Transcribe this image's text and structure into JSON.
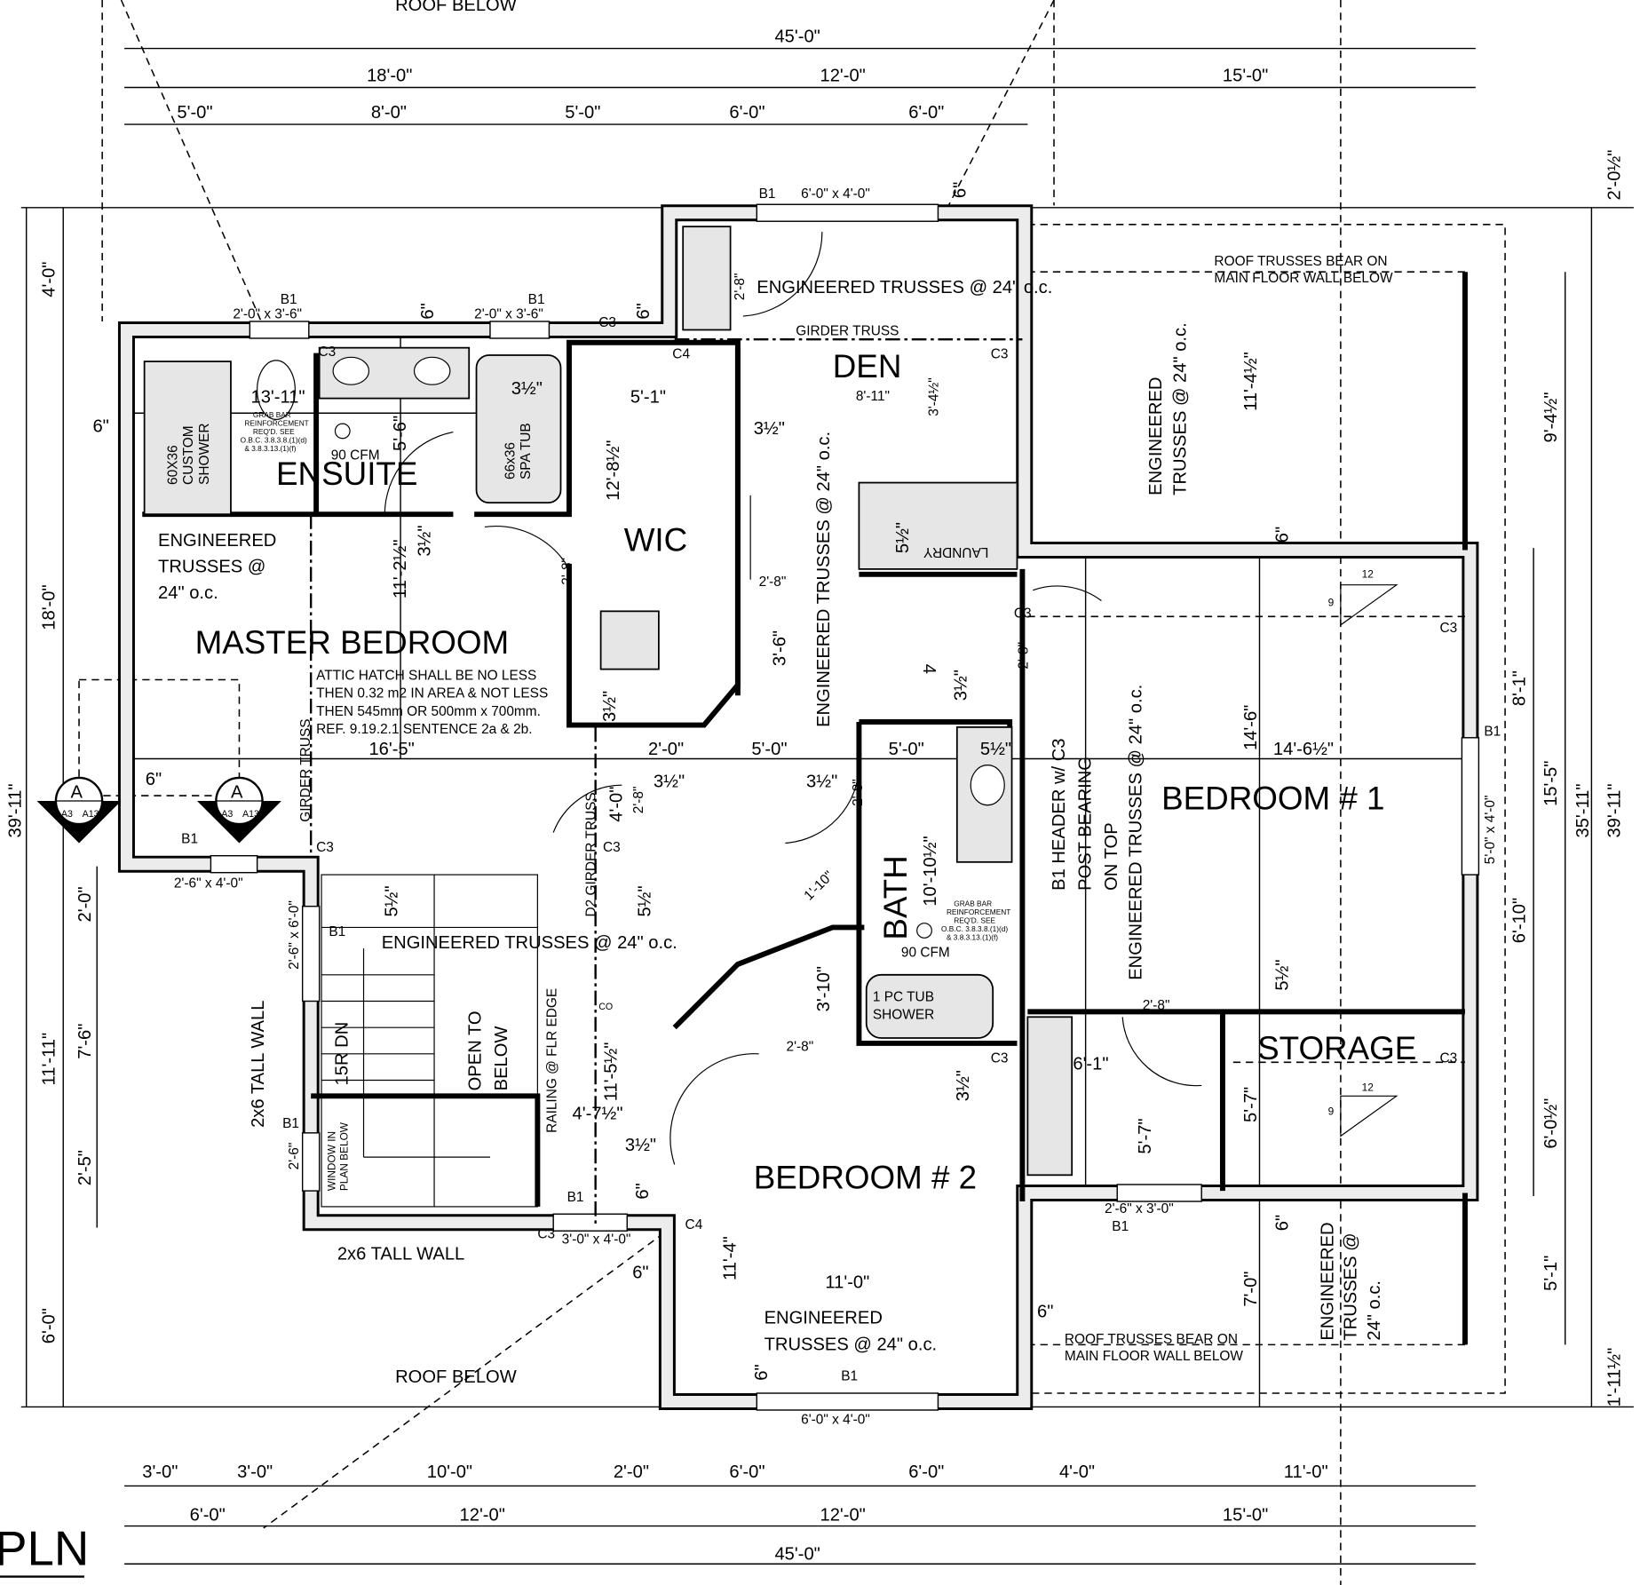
{
  "title": "PLN",
  "rooms": {
    "ensuite": "ENSUITE",
    "master": "MASTER BEDROOM",
    "wic": "WIC",
    "den": "DEN",
    "bath": "BATH",
    "bed1": "BEDROOM # 1",
    "storage": "STORAGE",
    "bed2": "BEDROOM # 2"
  },
  "dims": {
    "top": [
      "45'-0\"",
      "18'-0\"",
      "12'-0\"",
      "15'-0\"",
      "5'-0\"",
      "8'-0\"",
      "5'-0\"",
      "6'-0\"",
      "6'-0\""
    ],
    "bottom": [
      "3'-0\"",
      "3'-0\"",
      "10'-0\"",
      "2'-0\"",
      "6'-0\"",
      "6'-0\"",
      "4'-0\"",
      "11'-0\"",
      "6'-0\"",
      "12'-0\"",
      "12'-0\"",
      "15'-0\"",
      "45'-0\""
    ],
    "left": [
      "4'-0\"",
      "18'-0\"",
      "39'-11\"",
      "2'-0\"",
      "7'-6\"",
      "11'-11\"",
      "2'-5\"",
      "6'-0\"",
      "6\"",
      "6\""
    ],
    "right": [
      "2'-0½\"",
      "9'-4½\"",
      "8'-1\"",
      "15'-5\"",
      "35'-11\"",
      "39'-11\"",
      "6'-10\"",
      "6'-0½\"",
      "5'-1\"",
      "1'-11½\""
    ],
    "interior": [
      "13'-11\"",
      "5'-6\"",
      "3½\"",
      "12'-8½\"",
      "5'-1\"",
      "3½\"",
      "8'-11\"",
      "3'-4½\"",
      "11'-2½\"",
      "3½\"",
      "2'-8\"",
      "16'-5\"",
      "2'-0\"",
      "5'-0\"",
      "3½\"",
      "3½\"",
      "5'-0\"",
      "5½\"",
      "4'-0\"",
      "3'-6\"",
      "3½\"",
      "4",
      "3½\"",
      "2'-8\"",
      "11'-4½\"",
      "14'-6\"",
      "14'-6½\"",
      "10'-10½\"",
      "5½\"",
      "5½\"",
      "3'-10\"",
      "1'-10\"",
      "11'-5½\"",
      "4'-7½\"",
      "3½\"",
      "6\"",
      "3½\"",
      "6'-1\"",
      "5'-7\"",
      "5'-7\"",
      "5½\"",
      "11'-4\"",
      "11'-0\"",
      "7'-0\"",
      "6\"",
      "6\"",
      "6\"",
      "6\"",
      "6\"",
      "6\"",
      "6\"",
      "6\"",
      "2'-8\"",
      "2'-8\"",
      "2'-8\"",
      "2'-8\"",
      "2'-8\"",
      "2'-8\"",
      "5½\""
    ]
  },
  "windows": [
    {
      "tag": "B1",
      "size": "6'-0\" x 4'-0\""
    },
    {
      "tag": "B1",
      "size": "2'-0\" x 3'-6\""
    },
    {
      "tag": "B1",
      "size": "2'-0\" x 3'-6\""
    },
    {
      "tag": "B1",
      "size": "2'-6\" x 4'-0\""
    },
    {
      "tag": "B1",
      "size": "2'-6\" x 6'-0\""
    },
    {
      "tag": "B1",
      "size": "2'-6\""
    },
    {
      "tag": "B1",
      "size": "3'-0\" x 4'-0\""
    },
    {
      "tag": "B1",
      "size": "6'-0\" x 4'-0\""
    },
    {
      "tag": "B1",
      "size": "2'-6\" x 3'-0\""
    },
    {
      "tag": "B1",
      "size": "5'-0\" x 4'-0\""
    }
  ],
  "columns": [
    "C3",
    "C3",
    "C4",
    "C3",
    "C3",
    "C3",
    "C3",
    "C3",
    "C3",
    "C3",
    "C3",
    "C4"
  ],
  "notes": {
    "roof_below": "ROOF BELOW",
    "trusses_den": "ENGINEERED TRUSSES @ 24\" o.c.",
    "girder_truss": "GIRDER TRUSS",
    "roof_bear_1": "ROOF TRUSSES BEAR ON",
    "roof_bear_2": "MAIN FLOOR WALL BELOW",
    "trusses_right_1": "ENGINEERED",
    "trusses_right_2": "TRUSSES @ 24\" o.c.",
    "trusses_master": [
      "ENGINEERED",
      "TRUSSES @",
      "24\" o.c."
    ],
    "trusses_center": "ENGINEERED TRUSSES @ 24\" o.c.",
    "trusses_bed1": "ENGINEERED TRUSSES @ 24\" o.c.",
    "trusses_stair": "ENGINEERED TRUSSES @ 24\" o.c.",
    "trusses_bed2": [
      "ENGINEERED",
      "TRUSSES @ 24\" o.c."
    ],
    "trusses_lower_right": [
      "ENGINEERED",
      "TRUSSES @",
      "24\" o.c."
    ],
    "attic_hatch": [
      "ATTIC HATCH SHALL BE NO LESS",
      "THEN 0.32 m2 IN AREA & NOT LESS",
      "THEN 545mm OR 500mm x 700mm.",
      "REF. 9.19.2.1 SENTENCE 2a & 2b."
    ],
    "grab_bar": [
      "GRAB BAR",
      "REINFORCEMENT",
      "REQ'D. SEE",
      "O.B.C. 3.8.3.8.(1)(d)",
      "& 3.8.3.13.(1)(f)"
    ],
    "fan_cfm": "90 CFM",
    "shower": [
      "60X36",
      "CUSTOM",
      "SHOWER"
    ],
    "spa_tub": [
      "66x36",
      "SPA TUB"
    ],
    "tub_shower": [
      "1 PC TUB",
      "SHOWER"
    ],
    "laundry": "LAUNDRY",
    "open_below": [
      "OPEN TO",
      "BELOW"
    ],
    "stairs": "15R DN",
    "railing": "RAILING @ FLR EDGE",
    "window_below": [
      "WINDOW IN",
      "PLAN BELOW"
    ],
    "tall_wall": "2x6 TALL WALL",
    "header_note": [
      "B1 HEADER w/ C3",
      "POST BEARING",
      "ON TOP"
    ],
    "d2_girder": "D2 GIRDER TRUSS",
    "girder_truss_v": "GIRDER TRUSS",
    "co": "CO",
    "slope": [
      "12",
      "9"
    ]
  },
  "section_marker": {
    "letter": "A",
    "sheet_a": "A3",
    "sheet_b": "A13"
  }
}
